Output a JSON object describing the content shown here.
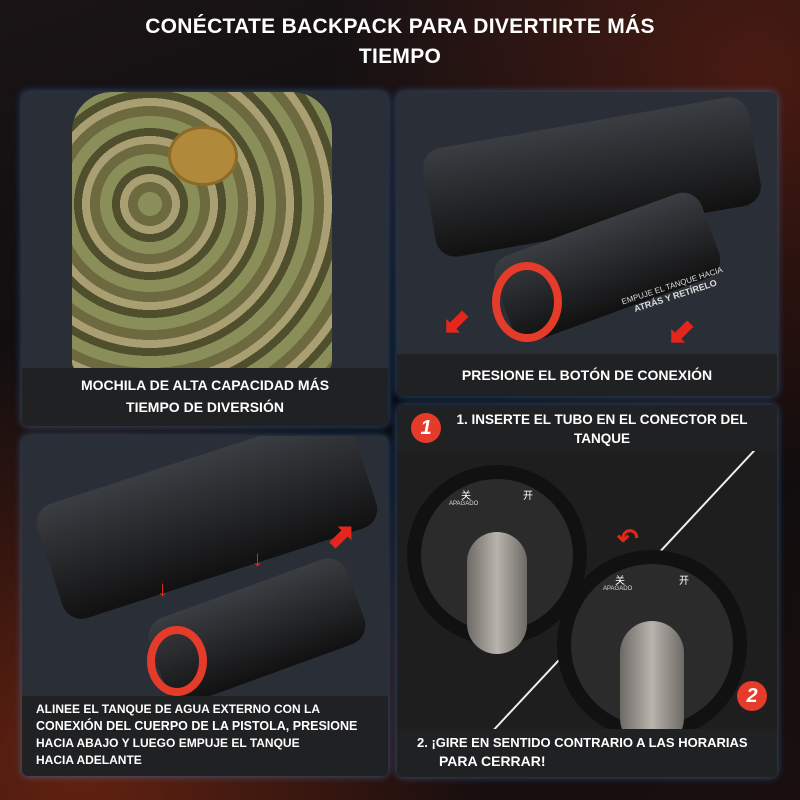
{
  "title": "CONÉCTATE BACKPACK PARA DIVERTIRTE MÁS TIEMPO",
  "panels": {
    "backpack": {
      "caption_line1": "MOCHILA DE ALTA CAPACIDAD MÁS",
      "caption_line2": "TIEMPO DE DIVERSIÓN"
    },
    "button": {
      "caption": "PRESIONE EL BOTÓN DE CONEXIÓN",
      "overlay_line1": "EMPUJE EL TANQUE HACIA",
      "overlay_line2": "ATRÁS Y RETÍRELO"
    },
    "align": {
      "lines": [
        "ALINEE EL TANQUE DE AGUA EXTERNO CON LA",
        "CONEXIÓN DEL CUERPO DE LA PISTOLA, PRESIONE",
        "HACIA ABAJO Y LUEGO EMPUJE EL TANQUE",
        "HACIA ADELANTE"
      ]
    },
    "steps": {
      "step1_badge": "1",
      "step1_text": "1. INSERTE EL TUBO EN EL CONECTOR DEL TANQUE",
      "step2_badge": "2",
      "step2_line1": "2. ¡GIRE EN SENTIDO CONTRARIO A LAS HORARIAS",
      "step2_line2": "PARA CERRAR!",
      "dial_off": "关",
      "dial_off_label": "APAGADO",
      "dial_on": "开"
    }
  },
  "colors": {
    "accent": "#e53b2a",
    "caption_bg": "#202123",
    "panel_glow": "#468cdc"
  }
}
